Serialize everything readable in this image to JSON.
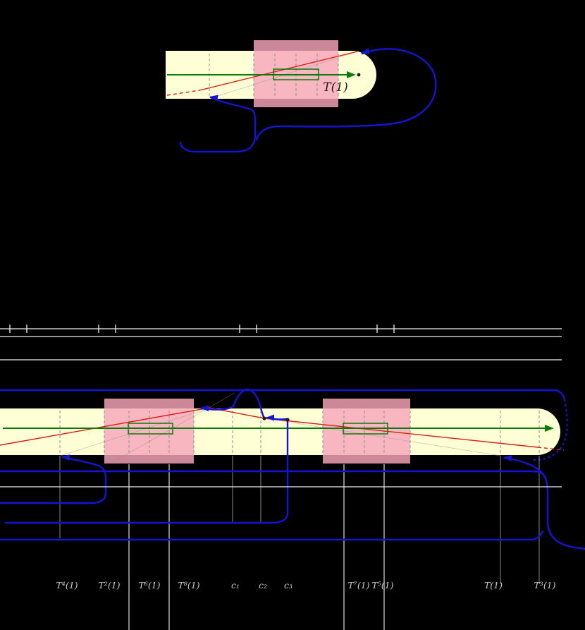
{
  "figure": {
    "top_label": "T(1)",
    "axis_labels": [
      "T⁴(1)",
      "T²(1)",
      "T⁶(1)",
      "T⁸(1)",
      "c₁",
      "c₂",
      "c₃",
      "T⁷(1)",
      "T⁵(1)",
      "T(1)",
      "T³(1)"
    ]
  },
  "colors": {
    "background": "#000000",
    "band": "#ffffd6",
    "pink": "rgba(247,166,187,0.82)",
    "green": "#0a7a0a",
    "red": "#dc1c13",
    "blue": "#1414d2",
    "line": "#f0f0f0",
    "guide": "#8f8f8f",
    "label": "#c9c9c9",
    "ink": "#1c1c1c"
  }
}
